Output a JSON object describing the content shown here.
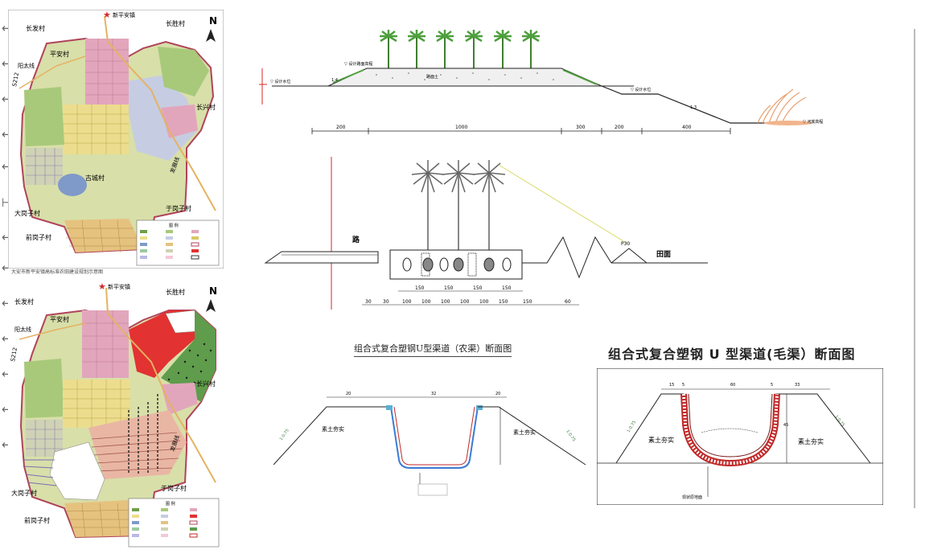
{
  "maps": {
    "top": {
      "north": "N",
      "town": "新平安镇",
      "villages": [
        "长发村",
        "长胜村",
        "平安村",
        "长兴村",
        "古城村",
        "于岗子村",
        "大岗子村",
        "前岗子村"
      ],
      "roads": [
        "阳太线",
        "S212",
        "发展线"
      ],
      "legend_title": "图  例",
      "caption": "大安市新平安镇高标准农田建设规划示意图"
    },
    "bottom": {
      "north": "N",
      "town": "新平安镇",
      "villages": [
        "长发村",
        "长胜村",
        "平安村",
        "长兴村",
        "于岗子村",
        "大岗子村",
        "前岗子村"
      ],
      "roads": [
        "阳太线",
        "S212",
        "发展线"
      ],
      "legend_title": "图  例"
    }
  },
  "embankment": {
    "dimensions": [
      "200",
      "1000",
      "300",
      "200",
      "400"
    ],
    "labels": [
      "▽ 设计路面高程",
      "路面土",
      "▽ 设计水位",
      "▽ 河底高程"
    ],
    "slope_labels": [
      "1:4",
      "1:3"
    ]
  },
  "canal_section": {
    "bottom_dims": [
      "30",
      "30",
      "100",
      "100",
      "100",
      "100",
      "100",
      "150",
      "150",
      "60"
    ],
    "top_dims": [
      "150",
      "150",
      "150",
      "150"
    ],
    "labels": [
      "路",
      "田面",
      "P30"
    ]
  },
  "farm_canal": {
    "title": "组合式复合塑钢U型渠道（农渠）断面图",
    "fill_label": "素土夯实",
    "slope": "1:0.75",
    "dims": [
      "20",
      "32",
      "20"
    ]
  },
  "mao_canal": {
    "title": "组合式复合塑钢 U 型渠道(毛渠）断面图",
    "fill_label": "素土夯实",
    "slope": "1:0.75",
    "dims": [
      "15",
      "5",
      "60",
      "5",
      "33",
      "45"
    ],
    "bottom_label": "现状原地面"
  },
  "colors": {
    "pink": "#e2a6bc",
    "yellow": "#ecdd8e",
    "ochre": "#d7c868",
    "green": "#a8c97a",
    "darkgreen": "#6f9f4a",
    "blue_gray": "#c6cde2",
    "red": "#e23232",
    "canal_red": "#c12a2a",
    "palm": "#4e9f3d"
  }
}
